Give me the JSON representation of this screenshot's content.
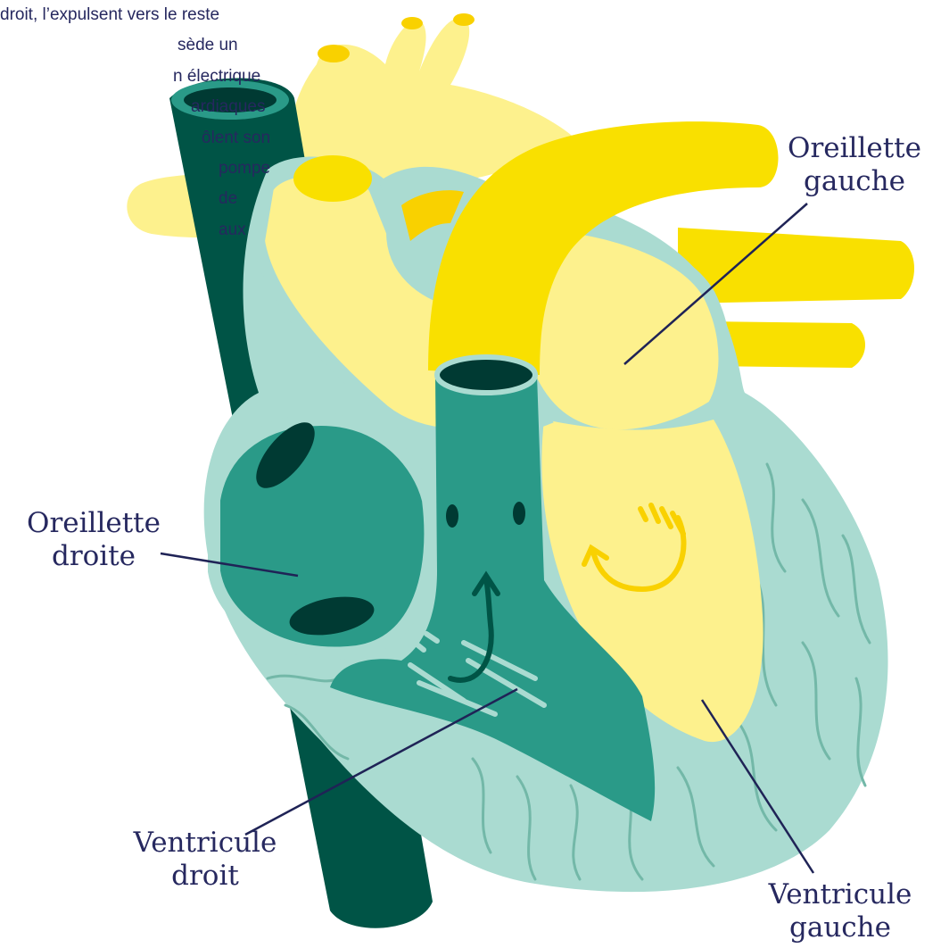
{
  "intro_text": {
    "lines": [
      "droit, l’expulsent vers le reste",
      "sède un",
      "n électrique",
      "ardiaques",
      "ôlent son",
      "pompe",
      "de",
      "aux"
    ]
  },
  "labels": {
    "oreillette_gauche": [
      "Oreillette",
      "gauche"
    ],
    "oreillette_droite": [
      "Oreillette",
      "droite"
    ],
    "ventricule_droit": [
      "Ventricule",
      "droit"
    ],
    "ventricule_gauche": [
      "Ventricule",
      "gauche"
    ]
  },
  "colors": {
    "label_text": "#26285f",
    "leader_line": "#1f2356",
    "vein_dark_green": "#005446",
    "right_heart_green": "#2a9a88",
    "heart_muscle_mint": "#aadbd1",
    "aorta_yellow": "#f9e000",
    "atrium_pale_yellow": "#fdf18d",
    "vessel_opening": "#003a33"
  }
}
